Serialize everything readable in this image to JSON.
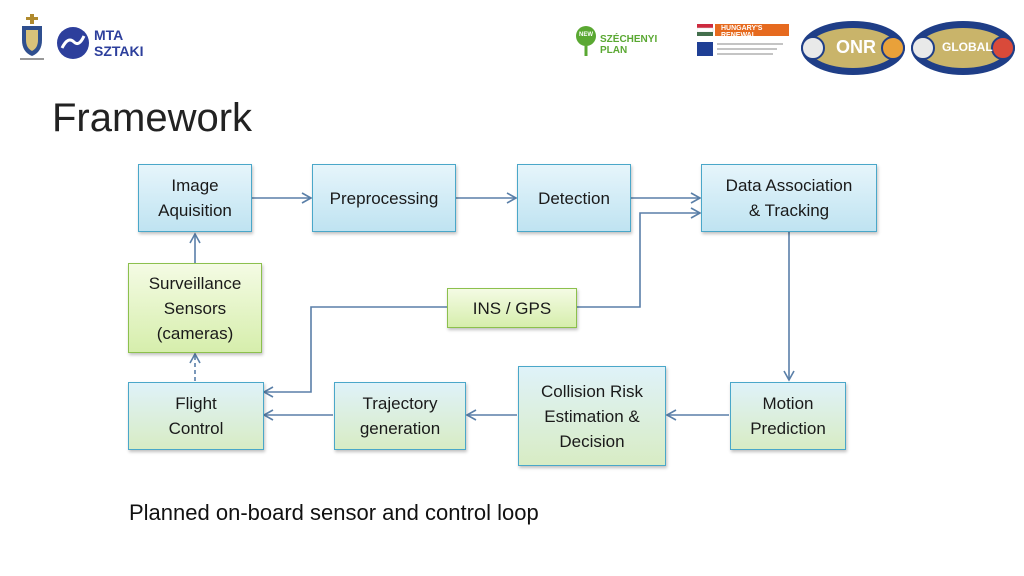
{
  "header": {
    "logos": [
      {
        "icon": "crest-icon",
        "text": ""
      },
      {
        "icon": "mta-sztaki-logo-icon",
        "text_line1": "MTA",
        "text_line2": "SZTAKI"
      },
      {
        "icon": "new-szechenyi-plan-logo-icon",
        "badge": "NEW",
        "text": "SZÉCHENYI PLAN"
      },
      {
        "icon": "hungarys-renewal-logo-icon",
        "text": "HUNGARY'S RENEWAL"
      },
      {
        "icon": "onr-logo-icon",
        "text": "ONR"
      },
      {
        "icon": "onr-global-logo-icon",
        "text": "GLOBAL"
      }
    ]
  },
  "title": "Framework",
  "diagram": {
    "nodes": {
      "image_acquisition": "Image\nAquisition",
      "preprocessing": "Preprocessing",
      "detection": "Detection",
      "data_association": "Data Association\n& Tracking",
      "surveillance_sensors": "Surveillance\nSensors\n(cameras)",
      "ins_gps": "INS / GPS",
      "flight_control": "Flight\nControl",
      "trajectory_generation": "Trajectory\ngeneration",
      "collision_risk": "Collision Risk\nEstimation &\nDecision",
      "motion_prediction": "Motion\nPrediction"
    }
  },
  "caption": "Planned on-board sensor and control loop",
  "colors": {
    "blue_border": "#4aa7c9",
    "green_border": "#8cc04d",
    "arrow": "#5a7fa8"
  }
}
